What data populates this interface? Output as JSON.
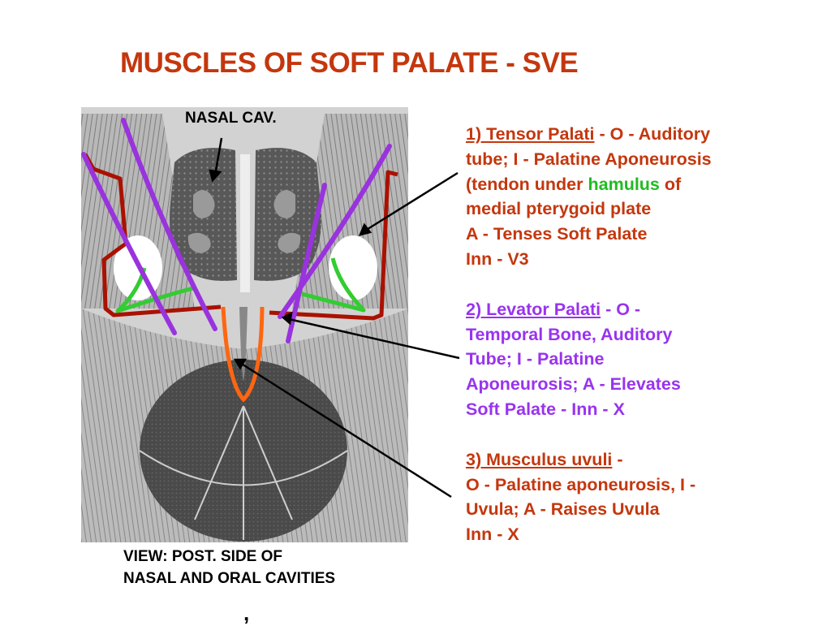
{
  "title": "MUSCLES OF SOFT PALATE - SVE",
  "labels": {
    "nasal_cavity": "NASAL CAV.",
    "view_line1": "VIEW: POST. SIDE OF",
    "view_line2": "NASAL AND ORAL CAVITIES",
    "stray_mark": ","
  },
  "notes": {
    "tensor": {
      "name": "1) Tensor Palati",
      "l1_rest": " - O - Auditory",
      "l2": "tube; I - Palatine Aponeurosis",
      "l3_pre": "(tendon under ",
      "l3_hamulus": "hamulus",
      "l3_post": " of",
      "l4": "medial pterygoid plate",
      "l5": "A - Tenses Soft Palate",
      "l6": "Inn - V3"
    },
    "levator": {
      "name": "2) Levator Palati",
      "l1_rest": " - O -",
      "l2": "Temporal Bone, Auditory",
      "l3": "Tube; I - Palatine",
      "l4": "Aponeurosis; A - Elevates",
      "l5": "Soft Palate - Inn - X"
    },
    "uvuli": {
      "name": "3) Musculus uvuli",
      "l1_rest": " -",
      "l2": "O - Palatine aponeurosis, I -",
      "l3": "Uvula; A - Raises Uvula",
      "l4": "Inn - X"
    }
  },
  "colors": {
    "title": "#c4370e",
    "tensor_text": "#c4370e",
    "levator_text": "#9933ee",
    "hamulus_text": "#22bb22",
    "tensor_outline": "#aa1100",
    "levator_outline": "#9933dd",
    "hamulus_outline": "#33cc33",
    "uvula_outline": "#ff6611"
  }
}
